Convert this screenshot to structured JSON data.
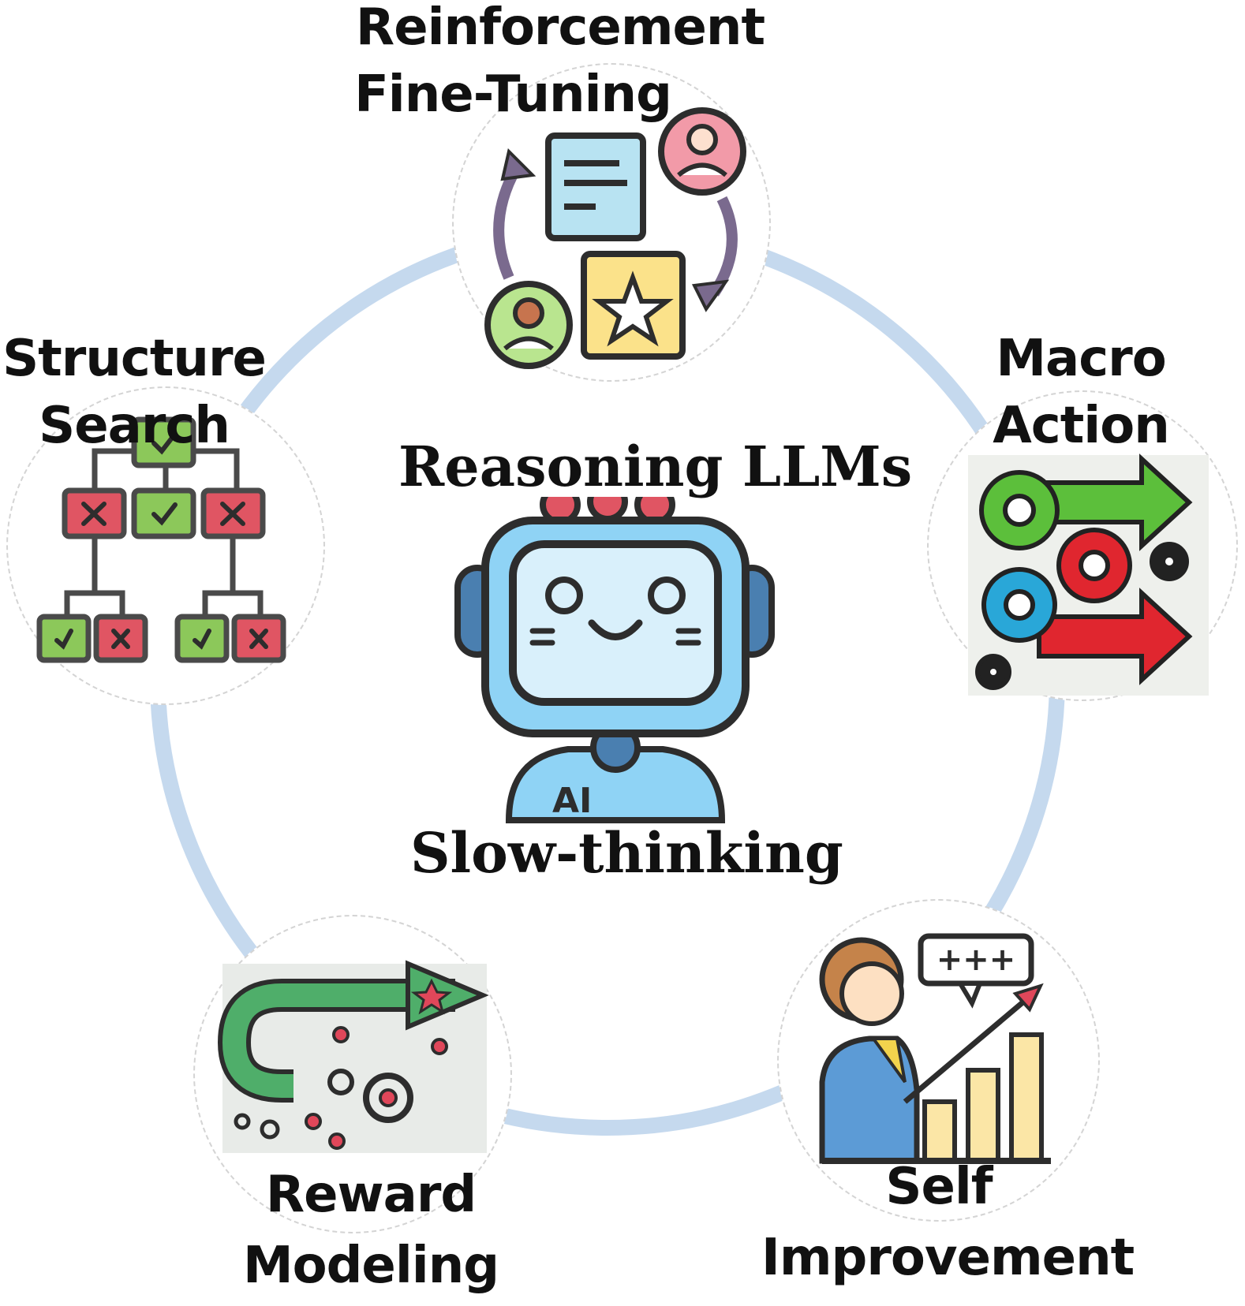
{
  "center": {
    "title": "Reasoning LLMs",
    "subtitle": "Slow-thinking",
    "robot_badge": "AI"
  },
  "nodes": {
    "rft": {
      "line1": "Reinforcement",
      "line2": "Fine-Tuning",
      "icon": "feedback-loop-icon"
    },
    "macro": {
      "line1": "Macro",
      "line2": "Action",
      "icon": "gears-arrows-icon"
    },
    "self": {
      "line1": "Self",
      "line2": "Improvement",
      "icon": "person-growth-chart-icon",
      "bubble": "+++"
    },
    "reward": {
      "line1": "Reward",
      "line2": "Modeling",
      "icon": "reward-path-icon"
    },
    "structure": {
      "line1": "Structure",
      "line2": "Search",
      "icon": "decision-tree-icon"
    }
  },
  "colors": {
    "ring": "#c5d9ee",
    "robot_body": "#8fd3f5",
    "robot_screen": "#d9f0fb",
    "green": "#8cc85a",
    "red": "#e05563",
    "yellow": "#fbe28a"
  }
}
